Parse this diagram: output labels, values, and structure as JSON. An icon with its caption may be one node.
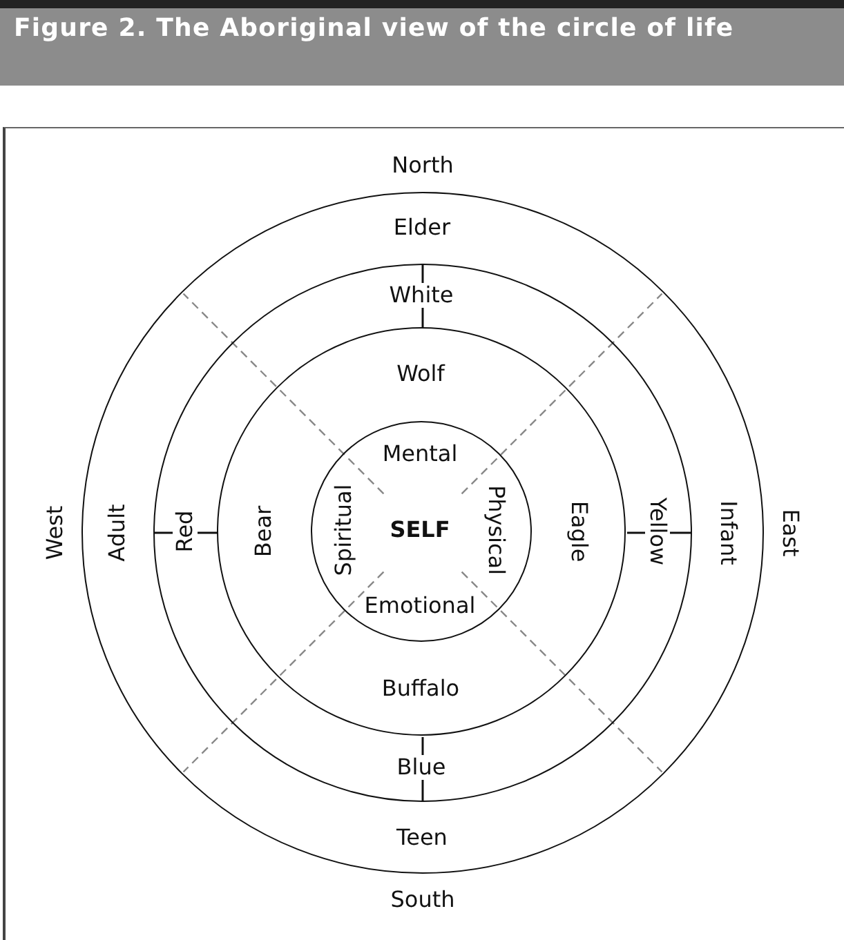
{
  "diagram": {
    "title": "Figure 2. The Aboriginal view of the circle of life",
    "nodes": [
      {
        "text": [
          "Elder",
          "Adult",
          "Infant",
          "Teen"
        ]
      },
      {
        "text": [
          "White",
          "Red",
          "Yellow",
          "Blue"
        ],
        "in": 0
      },
      {
        "text": [
          "Wolf",
          "Bear",
          "Eagle",
          "Buffalo"
        ],
        "in": 1
      },
      {
        "text": [
          "Mental",
          "Spiritual",
          "SELF",
          "Physical",
          "Emotional"
        ],
        "in": 2
      }
    ],
    "labels": [
      "North",
      "West",
      "East",
      "South"
    ]
  }
}
